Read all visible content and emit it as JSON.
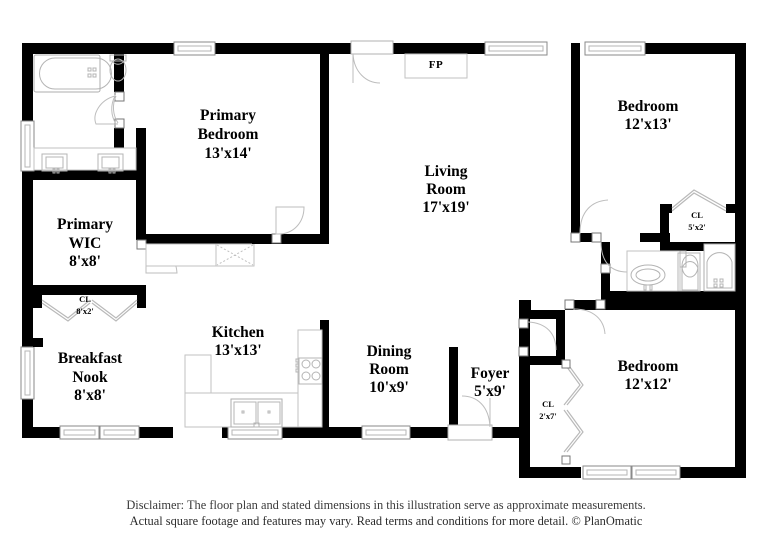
{
  "document": {
    "type": "floor-plan",
    "copyright": "© PlanOmatic"
  },
  "rooms": [
    {
      "id": "primary-bedroom",
      "name_line1": "Primary",
      "name_line2": "Bedroom",
      "dimensions": "13'x14'"
    },
    {
      "id": "primary-wic",
      "name_line1": "Primary",
      "name_line2": "WIC",
      "dimensions": "8'x8'"
    },
    {
      "id": "breakfast-nook",
      "name_line1": "Breakfast",
      "name_line2": "Nook",
      "dimensions": "8'x8'"
    },
    {
      "id": "kitchen",
      "name_line1": "Kitchen",
      "name_line2": "",
      "dimensions": "13'x13'"
    },
    {
      "id": "living-room",
      "name_line1": "Living",
      "name_line2": "Room",
      "dimensions": "17'x19'"
    },
    {
      "id": "dining-room",
      "name_line1": "Dining",
      "name_line2": "Room",
      "dimensions": "10'x9'"
    },
    {
      "id": "foyer",
      "name_line1": "Foyer",
      "name_line2": "",
      "dimensions": "5'x9'"
    },
    {
      "id": "bedroom-2",
      "name_line1": "Bedroom",
      "name_line2": "",
      "dimensions": "12'x13'"
    },
    {
      "id": "bedroom-3",
      "name_line1": "Bedroom",
      "name_line2": "",
      "dimensions": "12'x12'"
    }
  ],
  "closets": [
    {
      "id": "closet-hall-left",
      "label": "CL",
      "dimensions": "8'x2'"
    },
    {
      "id": "closet-bedroom2",
      "label": "CL",
      "dimensions": "5'x2'"
    },
    {
      "id": "closet-foyer",
      "label": "CL",
      "dimensions": "2'x7'"
    }
  ],
  "features": {
    "fireplace_label": "FP"
  },
  "labels": {
    "primary_bedroom_l1": "Primary",
    "primary_bedroom_l2": "Bedroom",
    "primary_bedroom_dim": "13'x14'",
    "primary_wic_l1": "Primary",
    "primary_wic_l2": "WIC",
    "primary_wic_dim": "8'x8'",
    "breakfast_l1": "Breakfast",
    "breakfast_l2": "Nook",
    "breakfast_dim": "8'x8'",
    "kitchen_l1": "Kitchen",
    "kitchen_dim": "13'x13'",
    "living_l1": "Living",
    "living_l2": "Room",
    "living_dim": "17'x19'",
    "dining_l1": "Dining",
    "dining_l2": "Room",
    "dining_dim": "10'x9'",
    "foyer_l1": "Foyer",
    "foyer_dim": "5'x9'",
    "bedroom2_l1": "Bedroom",
    "bedroom2_dim": "12'x13'",
    "bedroom3_l1": "Bedroom",
    "bedroom3_dim": "12'x12'",
    "cl_left_label": "CL",
    "cl_left_dim": "8'x2'",
    "cl_bed2_label": "CL",
    "cl_bed2_dim": "5'x2'",
    "cl_foyer_label": "CL",
    "cl_foyer_dim": "2'x7'",
    "fp_label": "FP"
  },
  "disclaimer": {
    "line1": "Disclaimer: The floor plan and stated dimensions in this illustration serve as approximate measurements.",
    "line2": "Actual square footage and features may vary. Read terms and conditions for more detail. © PlanOmatic"
  },
  "colors": {
    "wall": "#000000",
    "background": "#ffffff",
    "fixture_stroke": "#b0b0b0",
    "text": "#000000",
    "disclaimer_text": "#2b2b2b"
  }
}
